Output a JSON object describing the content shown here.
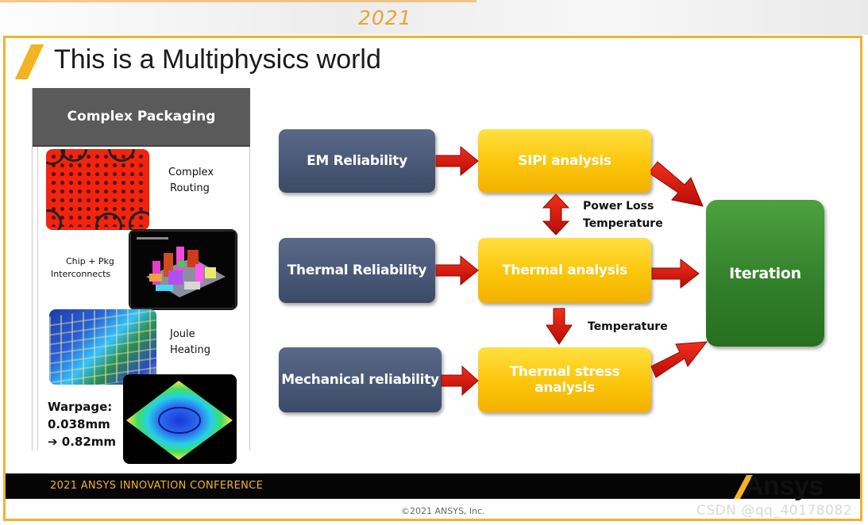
{
  "header": {
    "year": "2021"
  },
  "slide": {
    "title": "This is a Multiphysics world"
  },
  "packaging_panel": {
    "heading": "Complex Packaging",
    "routing_label_1": "Complex",
    "routing_label_2": "Routing",
    "interconnect_label_1": "Chip + Pkg",
    "interconnect_label_2": "Interconnects",
    "joule_label_1": "Joule",
    "joule_label_2": "Heating",
    "warpage_label_1": "Warpage:",
    "warpage_label_2": "0.038mm",
    "warpage_label_3": "➔ 0.82mm"
  },
  "flow": {
    "inputs": [
      "EM Reliability",
      "Thermal Reliability",
      "Mechanical reliability"
    ],
    "analyses": [
      "SIPI analysis",
      "Thermal analysis",
      "Thermal stress analysis"
    ],
    "output": "Iteration",
    "link_sipi_thermal_1": "Power Loss",
    "link_sipi_thermal_2": "Temperature",
    "link_thermal_stress": "Temperature"
  },
  "colors": {
    "accent": "#f1b32a",
    "input_box": "#3b4a67",
    "analysis_box": "#fbc50a",
    "output_box": "#317e2a",
    "arrow": "#d9130b"
  },
  "footer": {
    "conference": "2021 ANSYS INNOVATION CONFERENCE",
    "logo": "Ansys",
    "copyright": "©2021 ANSYS, Inc.",
    "watermark": "CSDN @qq_40178082"
  }
}
